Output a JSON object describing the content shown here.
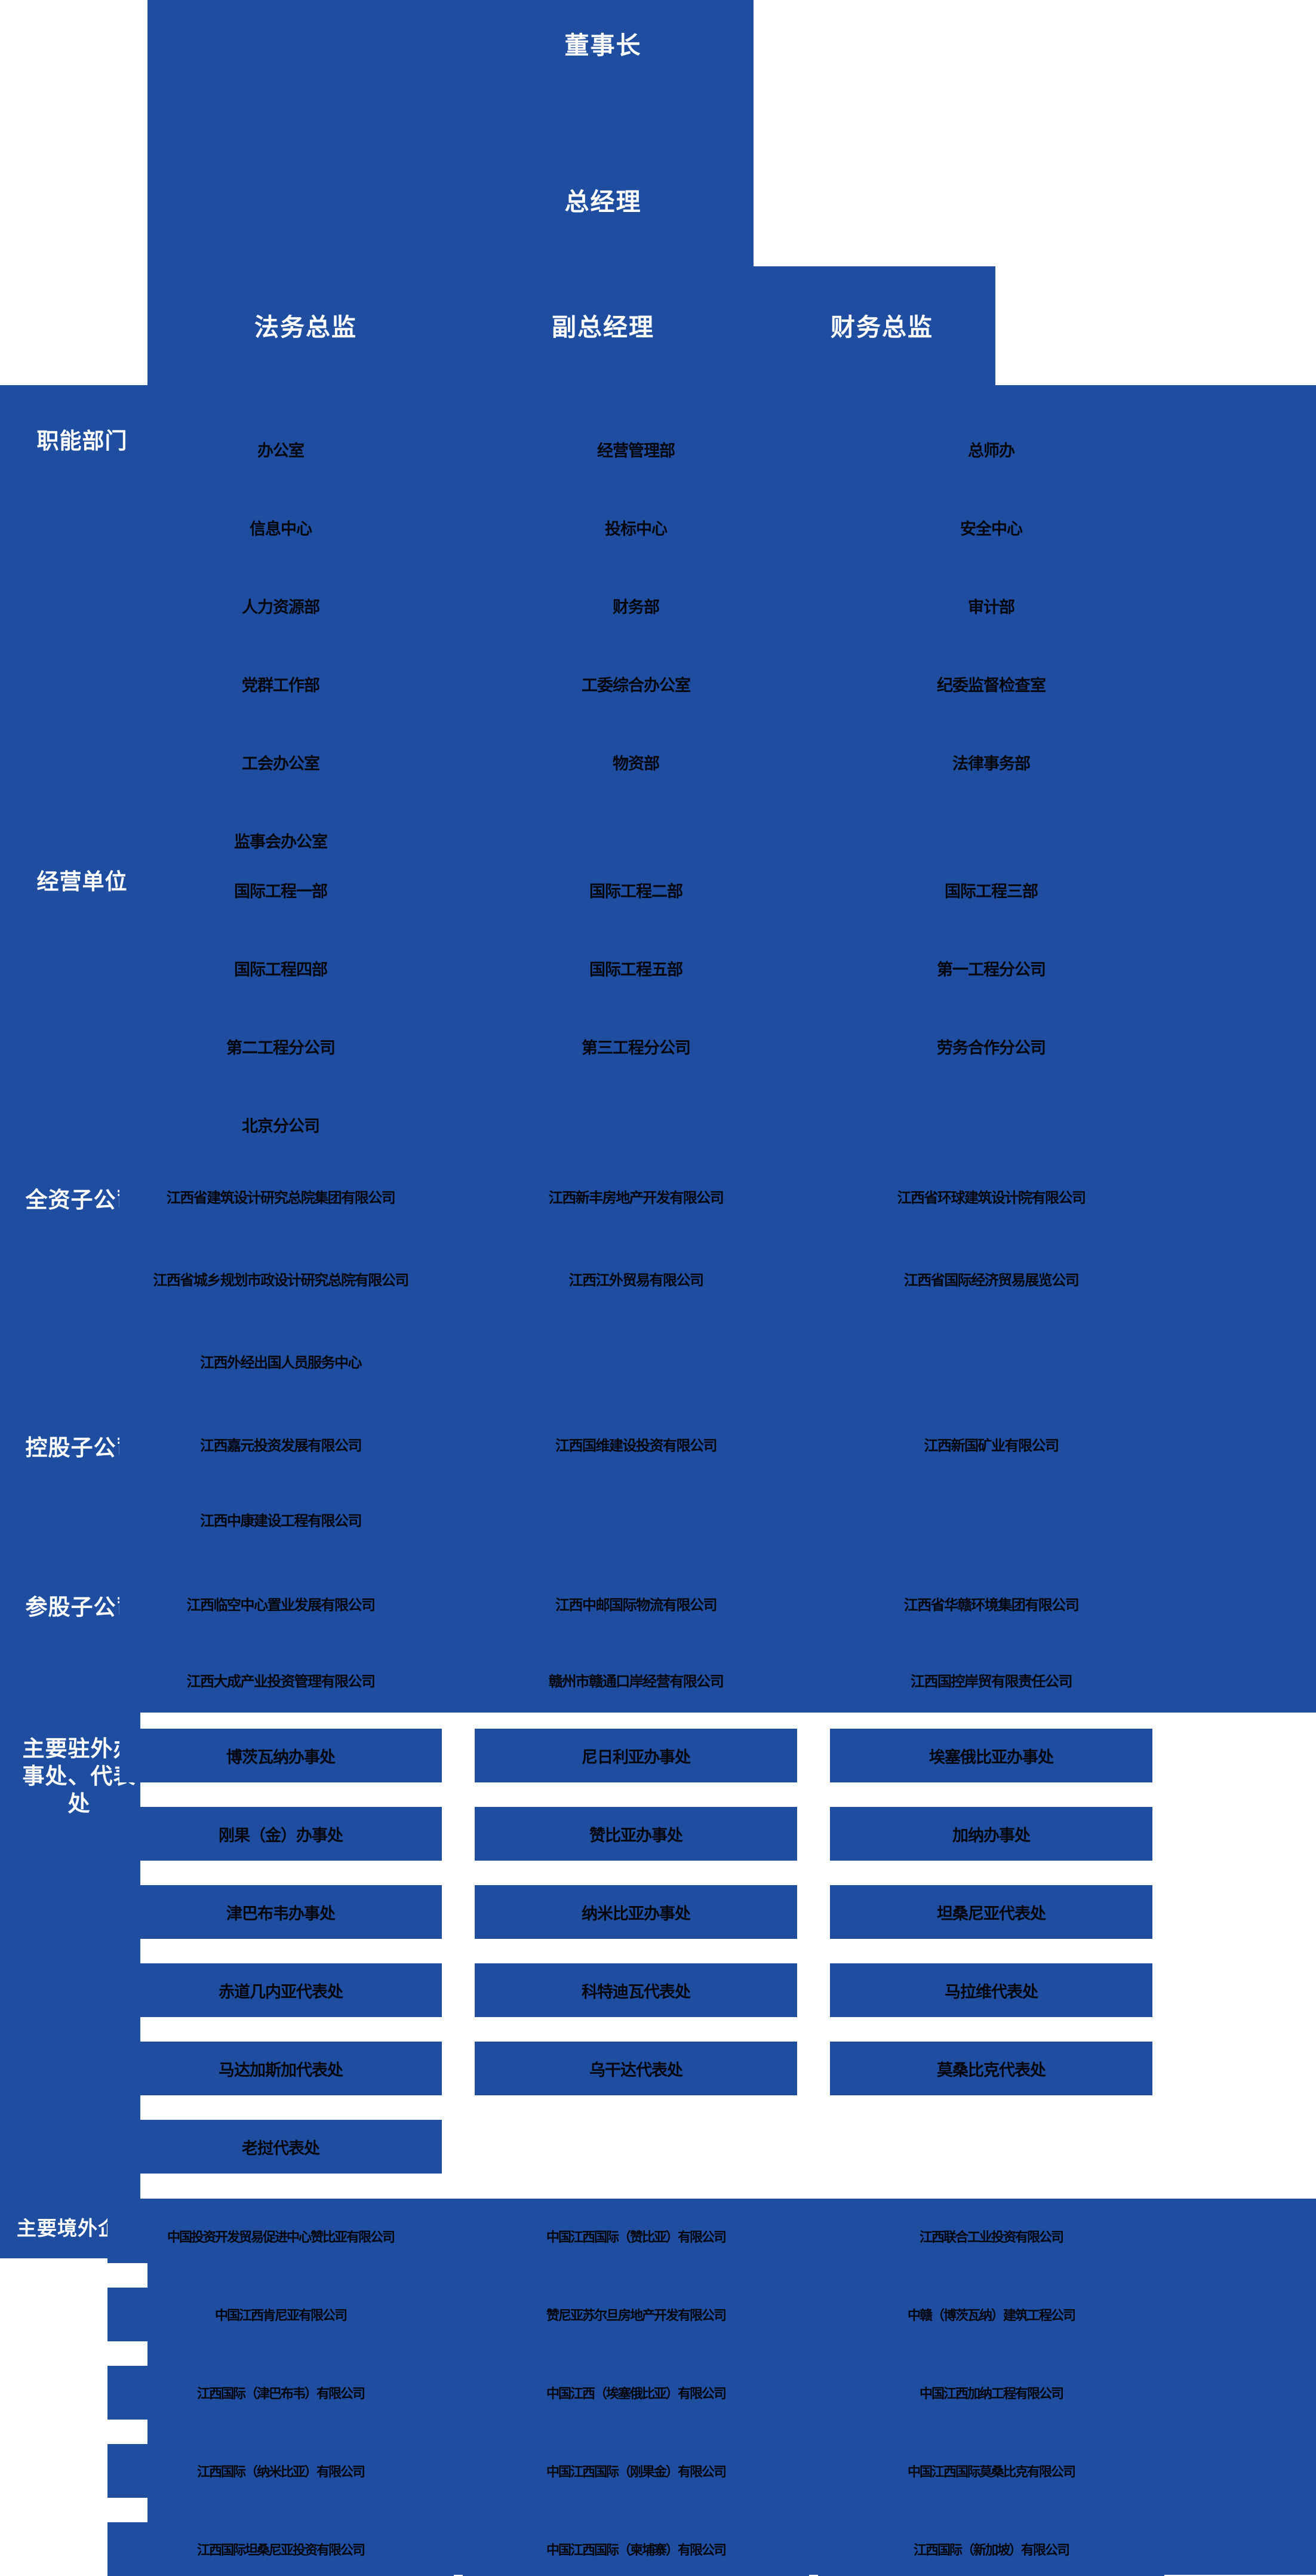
{
  "colors": {
    "brand_blue": "#1f4ea1",
    "white": "#ffffff",
    "node_text": "#05070d"
  },
  "executives": {
    "chairman": "董事长",
    "general_manager": "总经理",
    "legal_director": "法务总监",
    "deputy_general_manager": "副总经理",
    "finance_director": "财务总监"
  },
  "sections": {
    "functional_departments": {
      "label": "职能部门",
      "rows": [
        [
          "办公室",
          "经营管理部",
          "总师办"
        ],
        [
          "信息中心",
          "投标中心",
          "安全中心"
        ],
        [
          "人力资源部",
          "财务部",
          "审计部"
        ],
        [
          "党群工作部",
          "工委综合办公室",
          "纪委监督检查室"
        ],
        [
          "工会办公室",
          "物资部",
          "法律事务部"
        ],
        [
          "监事会办公室",
          "",
          ""
        ]
      ]
    },
    "business_units": {
      "label": "经营单位",
      "rows": [
        [
          "国际工程一部",
          "国际工程二部",
          "国际工程三部"
        ],
        [
          "国际工程四部",
          "国际工程五部",
          "第一工程分公司"
        ],
        [
          "第二工程分公司",
          "第三工程分公司",
          "劳务合作分公司"
        ],
        [
          "北京分公司",
          "",
          ""
        ]
      ]
    },
    "wholly_owned": {
      "label": "全资子公司",
      "rows": [
        [
          "江西省建筑设计研究总院集团有限公司",
          "江西新丰房地产开发有限公司",
          "江西省环球建筑设计院有限公司"
        ],
        [
          "江西省城乡规划市政设计研究总院有限公司",
          "江西江外贸易有限公司",
          "江西省国际经济贸易展览公司"
        ],
        [
          "江西外经出国人员服务中心",
          "",
          ""
        ]
      ]
    },
    "holding": {
      "label": "控股子公司",
      "rows": [
        [
          "江西嘉元投资发展有限公司",
          "江西国维建设投资有限公司",
          "江西新国矿业有限公司"
        ],
        [
          "江西中康建设工程有限公司",
          "",
          ""
        ]
      ]
    },
    "equity": {
      "label": "参股子公司",
      "rows": [
        [
          "江西临空中心置业发展有限公司",
          "江西中邮国际物流有限公司",
          "江西省华赣环境集团有限公司"
        ],
        [
          "江西大成产业投资管理有限公司",
          "赣州市赣通口岸经营有限公司",
          "江西国控岸贸有限责任公司"
        ]
      ]
    },
    "overseas_offices": {
      "label": "主要驻外办\n事处、代表处",
      "label_line1": "主要驻外办",
      "label_line2": "事处、代表处",
      "rows": [
        [
          "博茨瓦纳办事处",
          "尼日利亚办事处",
          "埃塞俄比亚办事处"
        ],
        [
          "刚果（金）办事处",
          "赞比亚办事处",
          "加纳办事处"
        ],
        [
          "津巴布韦办事处",
          "纳米比亚办事处",
          "坦桑尼亚代表处"
        ],
        [
          "赤道几内亚代表处",
          "科特迪瓦代表处",
          "马拉维代表处"
        ],
        [
          "马达加斯加代表处",
          "乌干达代表处",
          "莫桑比克代表处"
        ],
        [
          "老挝代表处",
          "",
          ""
        ]
      ]
    },
    "overseas_enterprises": {
      "label": "主要境外企业",
      "rows": [
        [
          "中国投资开发贸易促进中心赞比亚有限公司",
          "中国江西国际（赞比亚）有限公司",
          "江西联合工业投资有限公司"
        ],
        [
          "中国江西肯尼亚有限公司",
          "赞尼亚苏尔旦房地产开发有限公司",
          "中赣（博茨瓦纳）建筑工程公司"
        ],
        [
          "江西国际（津巴布韦）有限公司",
          "中国江西（埃塞俄比亚）有限公司",
          "中国江西加纳工程有限公司"
        ],
        [
          "江西国际（纳米比亚）有限公司",
          "中国江西国际（刚果金）有限公司",
          "中国江西国际莫桑比克有限公司"
        ],
        [
          "江西国际坦桑尼亚投资有限公司",
          "中国江西国际（柬埔寨）有限公司",
          "江西国际（新加坡）有限公司"
        ]
      ]
    }
  }
}
